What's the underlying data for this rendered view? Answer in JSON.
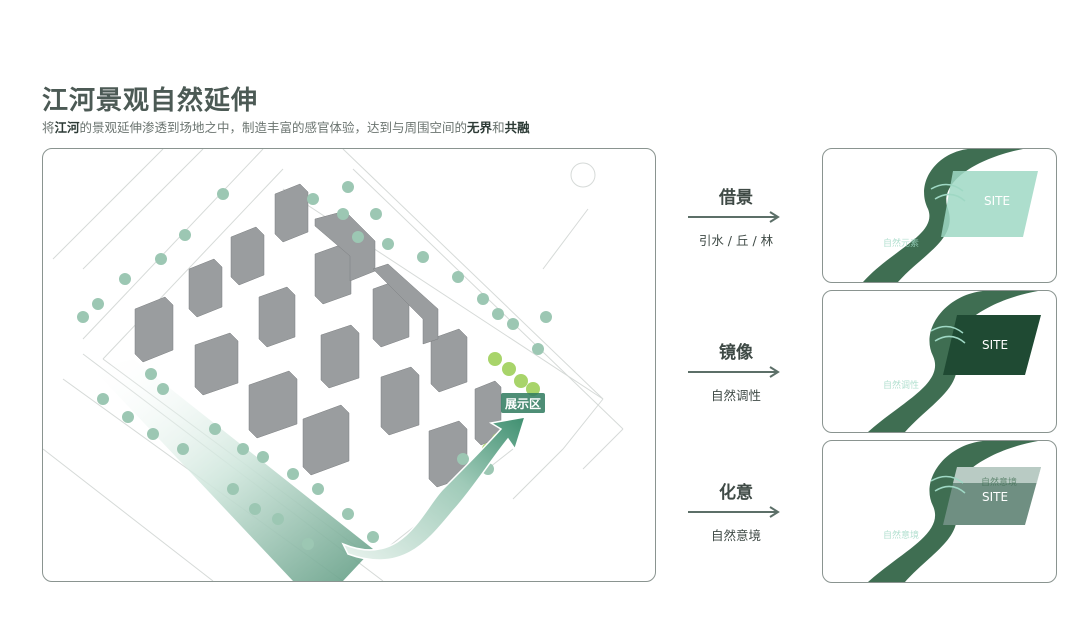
{
  "title": "江河景观自然延伸",
  "subtitle": {
    "p1": "将",
    "b1": "江河",
    "p2": "的景观延伸渗透到场地之中，制造丰富的感官体验，达到与周围空间的",
    "b2": "无界",
    "p3": "和",
    "b3": "共融"
  },
  "plan": {
    "exhibition_label": "展示区"
  },
  "concepts": [
    {
      "title": "借景",
      "desc": "引水 / 丘 / 林"
    },
    {
      "title": "镜像",
      "desc": "自然调性"
    },
    {
      "title": "化意",
      "desc": "自然意境"
    }
  ],
  "cards": [
    {
      "site": "SITE",
      "faint": "自然元素"
    },
    {
      "site": "SITE",
      "faint": "自然调性"
    },
    {
      "site": "SITE",
      "faint": "自然意境",
      "faint2": "自然意境"
    }
  ],
  "colors": {
    "accent": "#6fbfa0",
    "arrow": "#5c6f68",
    "river": "#3f6e52",
    "building": "#9a9d9f"
  }
}
